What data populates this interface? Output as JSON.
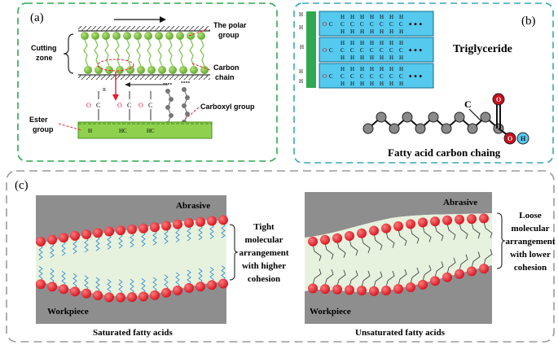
{
  "panel_a": {
    "tag": "(a)",
    "polar_group": [
      "The polar",
      "group"
    ],
    "cutting_zone": [
      "Cutting",
      "zone"
    ],
    "carbon_chain": [
      "Carbon",
      "chain"
    ],
    "ester_group": [
      "Ester",
      "group"
    ],
    "carboxyl_group": "Carboxyl group"
  },
  "panel_b": {
    "tag": "(b)",
    "triglyceride": "Triglyceride",
    "fatty_acid_caption": "Fatty acid carbon chaing",
    "atom_c": "C",
    "atom_o": "O",
    "atom_h": "H",
    "dots": "• • •"
  },
  "panel_c": {
    "tag": "(c)",
    "left": {
      "abrasive": "Abrasive",
      "workpiece": "Workpiece",
      "note": [
        "Tight",
        "molecular",
        "arrangement",
        "with higher",
        "cohesion"
      ],
      "caption": "Saturated fatty acids"
    },
    "right": {
      "abrasive": "Abrasive",
      "workpiece": "Workpiece",
      "note": [
        "Loose",
        "molecular",
        "arrangement",
        "with lower",
        "cohesion"
      ],
      "caption": "Unsaturated fatty acids"
    }
  },
  "colors": {
    "green_frame": "#2fa84f",
    "teal_frame": "#3aa6b8",
    "gray_frame": "#9a9a9a",
    "red_head": "#e8192c",
    "film": "#e6f2dd",
    "abrasive_gray": "#8e8e8e",
    "tail_blue": "#3b8fd0",
    "cyan_box": "#55c9ee"
  }
}
